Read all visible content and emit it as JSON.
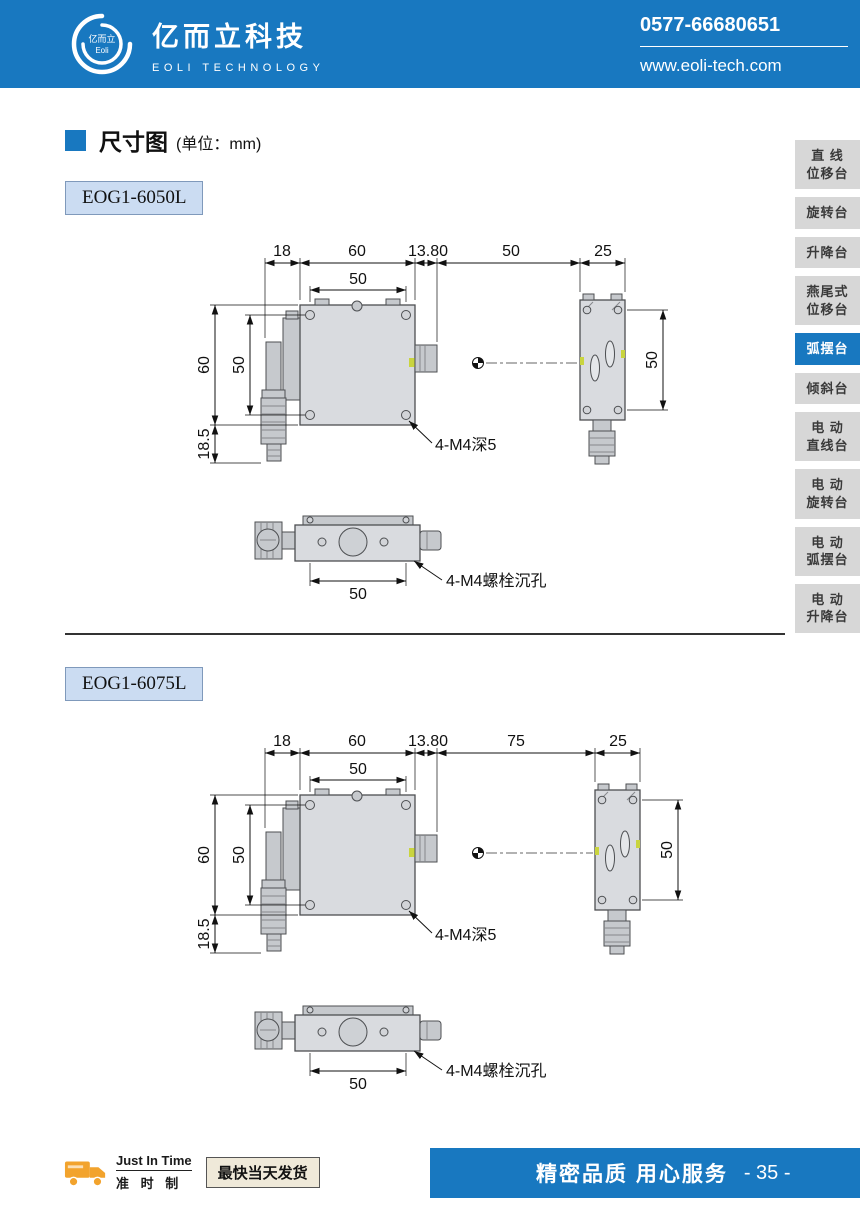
{
  "header": {
    "logo_cn": "亿而立",
    "logo_en": "Eoli",
    "brand_cn": "亿而立科技",
    "brand_en": "EOLI TECHNOLOGY",
    "phone": "0577-66680651",
    "website": "www.eoli-tech.com",
    "brand_color": "#1878c0"
  },
  "section": {
    "title": "尺寸图",
    "unit": "(单位：mm)"
  },
  "sidebar": {
    "active_color": "#1878c0",
    "items": [
      {
        "label": "直 线\n位移台",
        "active": false
      },
      {
        "label": "旋转台",
        "active": false
      },
      {
        "label": "升降台",
        "active": false
      },
      {
        "label": "燕尾式\n位移台",
        "active": false
      },
      {
        "label": "弧摆台",
        "active": true
      },
      {
        "label": "倾斜台",
        "active": false
      },
      {
        "label": "电 动\n直线台",
        "active": false
      },
      {
        "label": "电 动\n旋转台",
        "active": false
      },
      {
        "label": "电 动\n弧摆台",
        "active": false
      },
      {
        "label": "电 动\n升降台",
        "active": false
      }
    ]
  },
  "products": [
    {
      "model": "EOG1-6050L",
      "dims": {
        "mic_offset": "18",
        "body_width": "60",
        "knob": "13.80",
        "hole_pitch_h": "50",
        "gap": "50",
        "side_width": "25",
        "body_height": "60",
        "hole_pitch_v": "50",
        "mic_bottom": "18.5",
        "side_height": "50",
        "thread_note": "4-M4深5",
        "bottom_pitch": "50",
        "sink_note": "4-M4螺栓沉孔"
      }
    },
    {
      "model": "EOG1-6075L",
      "dims": {
        "mic_offset": "18",
        "body_width": "60",
        "knob": "13.80",
        "hole_pitch_h": "50",
        "gap": "75",
        "side_width": "25",
        "body_height": "60",
        "hole_pitch_v": "50",
        "mic_bottom": "18.5",
        "side_height": "50",
        "thread_note": "4-M4深5",
        "bottom_pitch": "50",
        "sink_note": "4-M4螺栓沉孔"
      }
    }
  ],
  "footer": {
    "jit_en": "Just In Time",
    "jit_cn": "准 时 制",
    "ship_badge": "最快当天发货",
    "slogan": "精密品质  用心服务",
    "page": "- 35 -"
  }
}
